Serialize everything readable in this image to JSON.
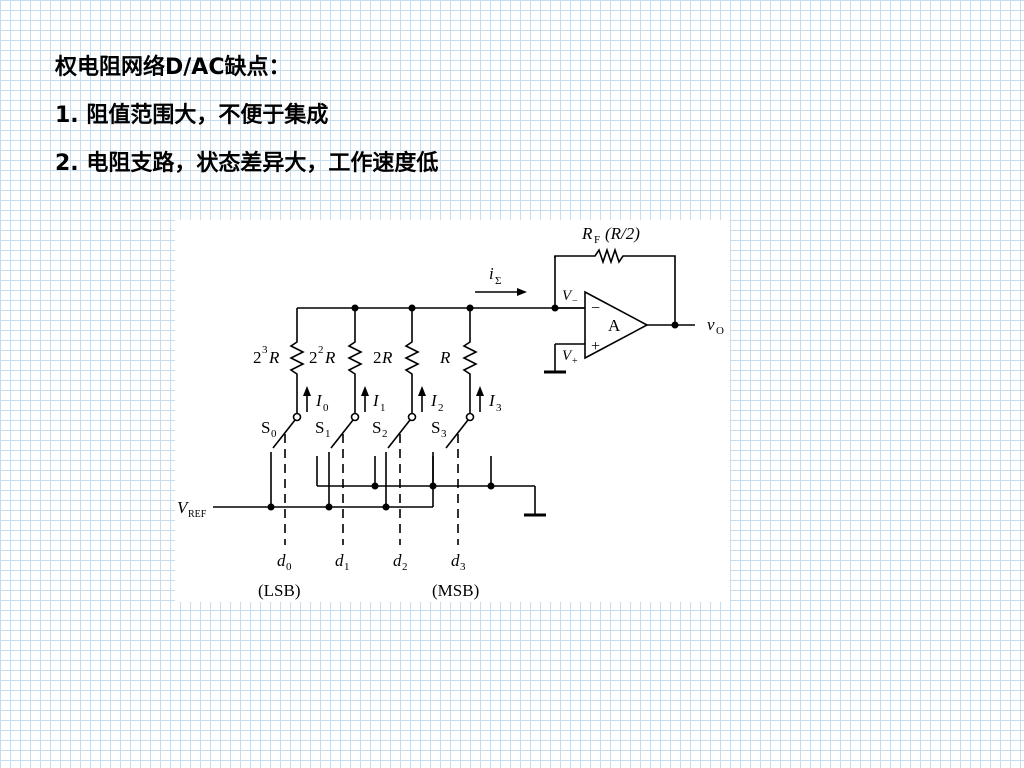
{
  "slide": {
    "heading": "权电阻网络D/AC缺点：",
    "points": [
      "1. 阻值范围大，不便于集成",
      "2. 电阻支路，状态差异大，工作速度低"
    ]
  },
  "circuit": {
    "rf_label": "R",
    "rf_sub": "F",
    "rf_value": "(R/2)",
    "isum_label": "i",
    "isum_sub": "Σ",
    "vminus_label": "V",
    "vminus_sub": "−",
    "vplus_label": "V",
    "vplus_sub": "+",
    "amp_label": "A",
    "minus_sign": "−",
    "plus_sign": "+",
    "vo_label": "v",
    "vo_sub": "O",
    "vref_label": "V",
    "vref_sub": "REF",
    "branches": [
      {
        "res_coef": "2",
        "res_exp": "3",
        "res_r": "R",
        "current": "I",
        "current_sub": "0",
        "switch": "S",
        "switch_sub": "0",
        "digit": "d",
        "digit_sub": "0",
        "bit_label": "(LSB)"
      },
      {
        "res_coef": "2",
        "res_exp": "2",
        "res_r": "R",
        "current": "I",
        "current_sub": "1",
        "switch": "S",
        "switch_sub": "1",
        "digit": "d",
        "digit_sub": "1",
        "bit_label": ""
      },
      {
        "res_coef": "2",
        "res_exp": "",
        "res_r": "R",
        "current": "I",
        "current_sub": "2",
        "switch": "S",
        "switch_sub": "2",
        "digit": "d",
        "digit_sub": "2",
        "bit_label": ""
      },
      {
        "res_coef": "",
        "res_exp": "",
        "res_r": "R",
        "current": "I",
        "current_sub": "3",
        "switch": "S",
        "switch_sub": "3",
        "digit": "d",
        "digit_sub": "3",
        "bit_label": "(MSB)"
      }
    ]
  }
}
